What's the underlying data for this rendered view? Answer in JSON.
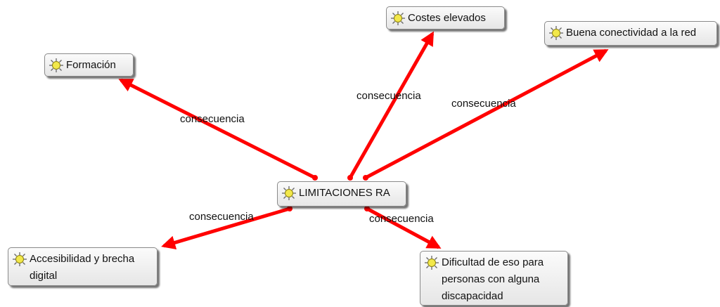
{
  "colors": {
    "edge": "#ff0000",
    "node_border": "#8a8a8a",
    "icon_fill": "#f2e84a"
  },
  "nodes": {
    "center": "LIMITACIONES RA",
    "formacion": "Formación",
    "costes": "Costes elevados",
    "conectividad": "Buena conectividad a la red",
    "accesibilidad": "Accesibilidad y brecha\ndigital",
    "dificultad": "Dificultad de eso para\npersonas con alguna\ndiscapacidad"
  },
  "edges": {
    "formacion": "consecuencia",
    "costes": "consecuencia",
    "conectividad": "consecuencia",
    "accesibilidad": "consecuencia",
    "dificultad": "consecuencia"
  },
  "icon": "concept-sun-icon"
}
